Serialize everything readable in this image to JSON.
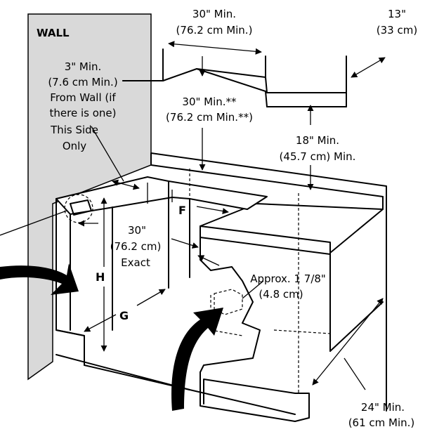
{
  "colors": {
    "wall": "#d9d9d9",
    "line": "#000000",
    "background": "#ffffff"
  },
  "labels": {
    "wall": "WALL",
    "upper_width_1": "30\" Min.",
    "upper_width_2": "(76.2 cm Min.)",
    "cabinet_depth_1": "13\"",
    "cabinet_depth_2": "(33 cm)",
    "side_clear_1": "3\" Min.",
    "side_clear_2": "(7.6 cm Min.)",
    "side_clear_3": "From Wall (if",
    "side_clear_4": "there is one)",
    "side_clear_5": "This Side",
    "side_clear_6": "Only",
    "hood_clear_1": "30\" Min.**",
    "hood_clear_2": "(76.2 cm Min.**)",
    "upper_clear_1": "18\" Min.",
    "upper_clear_2": "(45.7 cm) Min.",
    "cutout_1": "30\"",
    "cutout_2": "(76.2 cm)",
    "cutout_3": "Exact",
    "gas_1": "Approx. 1 7/8\"",
    "gas_2": "(4.8 cm)",
    "counter_1": "24\" Min.",
    "counter_2": "(61 cm Min.)",
    "letter_f": "F",
    "letter_g": "G",
    "letter_h": "H"
  }
}
